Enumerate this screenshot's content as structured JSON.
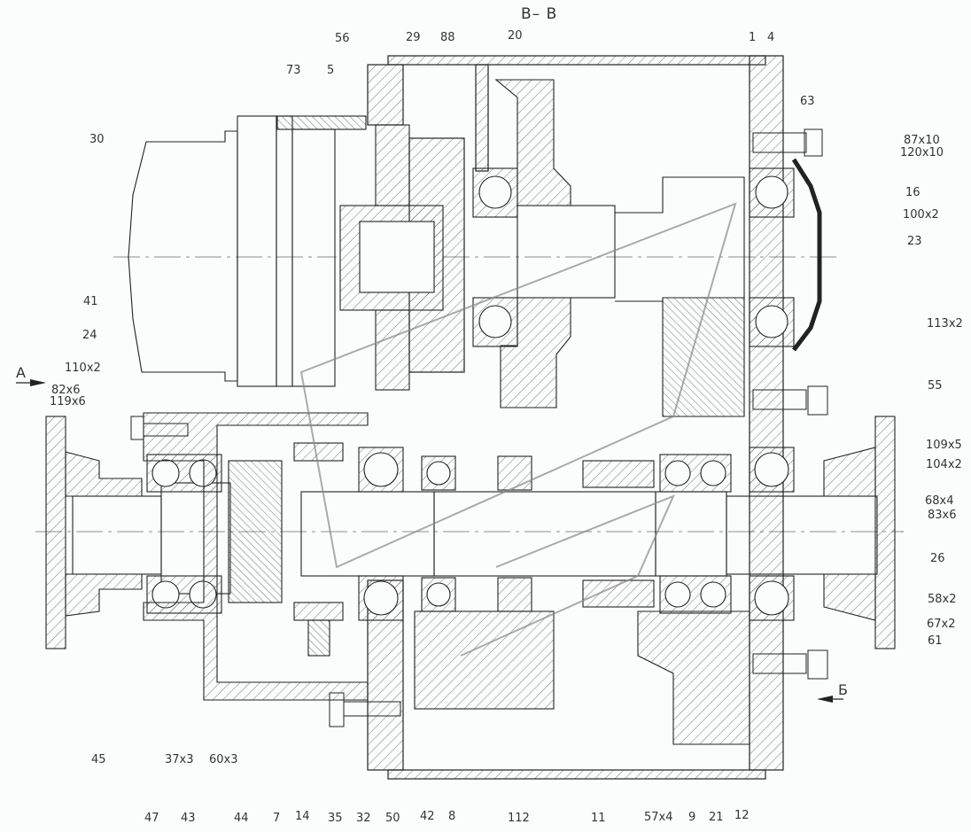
{
  "drawing": {
    "section_title": "В– В",
    "view_marker_a": "А",
    "view_marker_b": "Б",
    "colors": {
      "line": "#222222",
      "hatch": "#555555",
      "ghost": "#888888",
      "background": "#fbfcfc"
    }
  },
  "callouts": {
    "top": [
      "73",
      "5",
      "56",
      "29",
      "88",
      "20",
      "1",
      "4"
    ],
    "left": [
      "30",
      "41",
      "24",
      "110x2",
      "82x6",
      "119x6"
    ],
    "right": [
      "63",
      "87x10",
      "120x10",
      "16",
      "100x2",
      "23",
      "113x2",
      "55",
      "109x5",
      "104x2",
      "68x4",
      "83x6",
      "26",
      "58x2",
      "67x2",
      "61"
    ],
    "bottom_row1": [
      "45",
      "37x3",
      "60x3"
    ],
    "bottom_row2": [
      "47",
      "43",
      "44",
      "7",
      "14",
      "35",
      "32",
      "50",
      "42",
      "8",
      "112",
      "11",
      "57x4",
      "9",
      "21",
      "12"
    ]
  }
}
